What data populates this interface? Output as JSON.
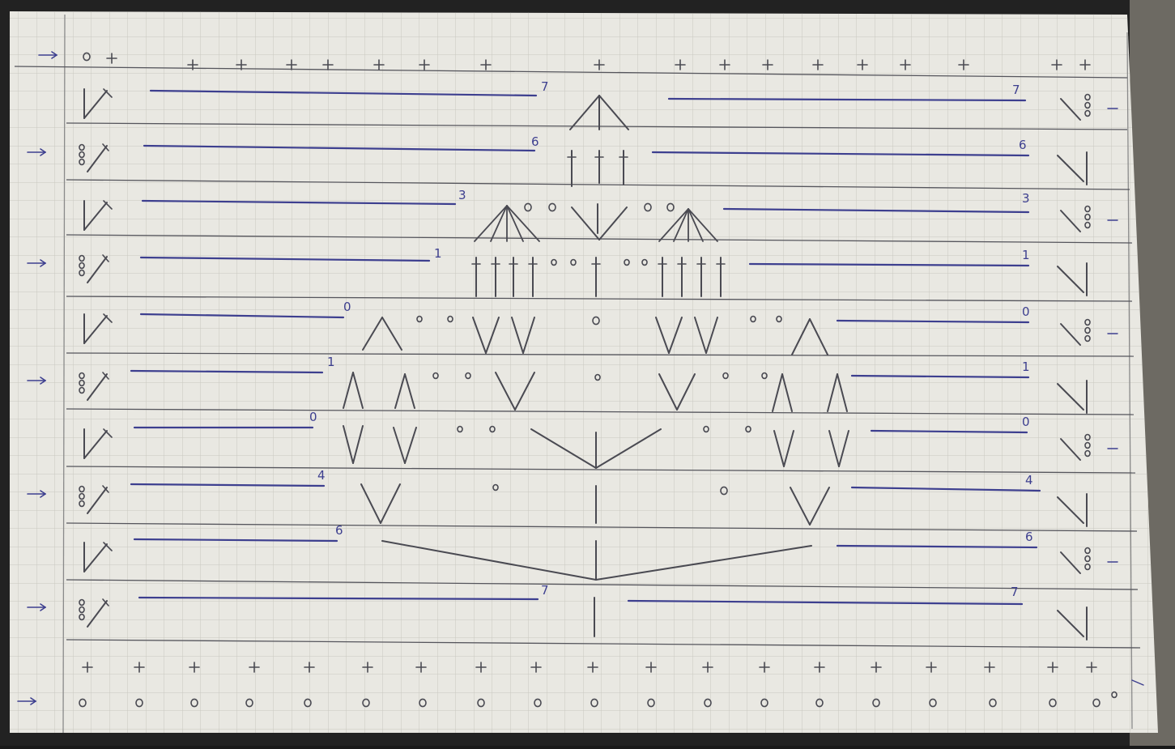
{
  "diagram": {
    "type": "crochet-chart",
    "row_numbers": [
      {
        "row": 1,
        "text": "7"
      },
      {
        "row": 1,
        "text": "7"
      },
      {
        "row": 2,
        "text": "6"
      },
      {
        "row": 2,
        "text": "6"
      },
      {
        "row": 3,
        "text": "3"
      },
      {
        "row": 3,
        "text": "3"
      },
      {
        "row": 4,
        "text": "1"
      },
      {
        "row": 4,
        "text": "1"
      },
      {
        "row": 5,
        "text": "0"
      },
      {
        "row": 5,
        "text": "0"
      },
      {
        "row": 6,
        "text": "1"
      },
      {
        "row": 6,
        "text": "1"
      },
      {
        "row": 7,
        "text": "0"
      },
      {
        "row": 7,
        "text": "0"
      },
      {
        "row": 8,
        "text": "4"
      },
      {
        "row": 8,
        "text": "4"
      },
      {
        "row": 9,
        "text": "6"
      },
      {
        "row": 9,
        "text": "6"
      },
      {
        "row": 10,
        "text": "7"
      },
      {
        "row": 10,
        "text": "7"
      }
    ],
    "colors": {
      "ink": "#3d3f8f",
      "pencil": "#4a4a52",
      "paper": "#e9e8e2",
      "grid": "#c9c8c0"
    }
  }
}
